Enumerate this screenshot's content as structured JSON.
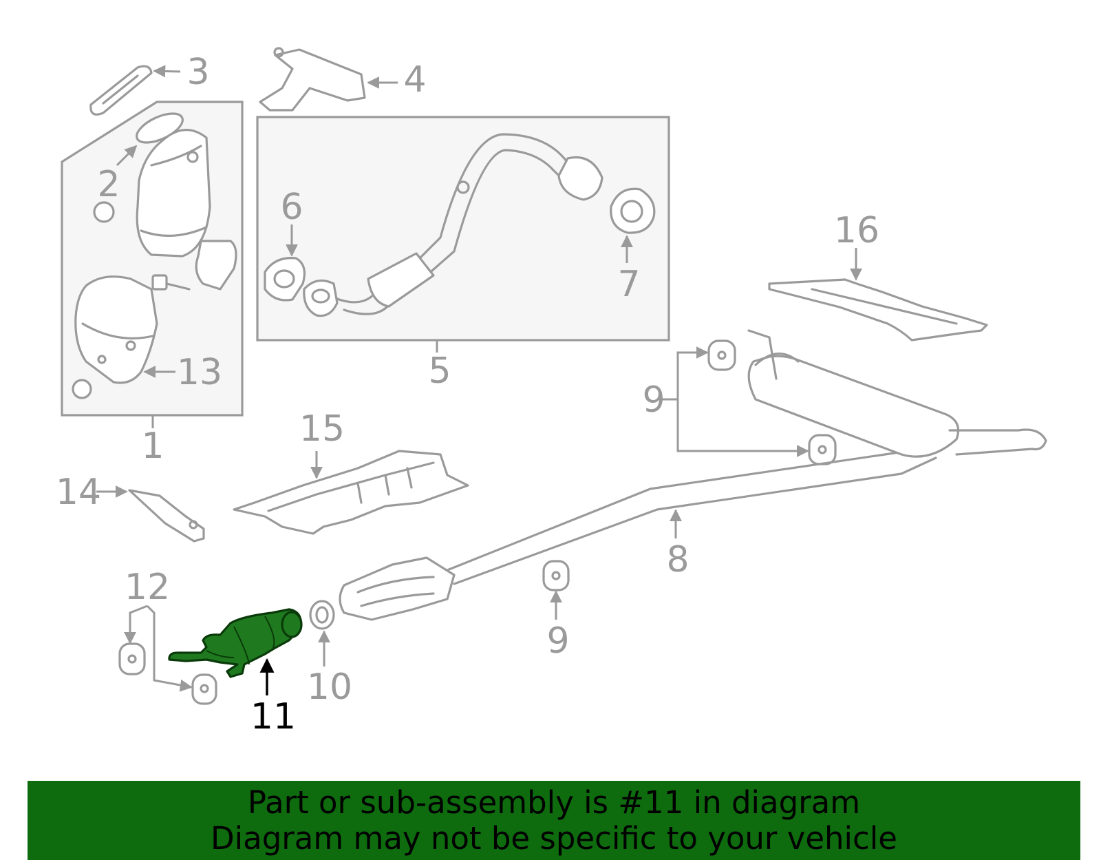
{
  "callouts": {
    "c1": "1",
    "c2": "2",
    "c3": "3",
    "c4": "4",
    "c5": "5",
    "c6": "6",
    "c7": "7",
    "c8": "8",
    "c9a": "9",
    "c9b": "9",
    "c10": "10",
    "c11": "11",
    "c12": "12",
    "c13": "13",
    "c14": "14",
    "c15": "15",
    "c16": "16"
  },
  "highlighted_part": "11",
  "colors": {
    "highlight": "#1f7a1f",
    "banner": "#0e6b0e",
    "line_art": "#9a9a9a"
  },
  "banner": {
    "line1": "Part or sub-assembly is #11 in diagram",
    "line2": "Diagram may not be specific to your vehicle"
  }
}
